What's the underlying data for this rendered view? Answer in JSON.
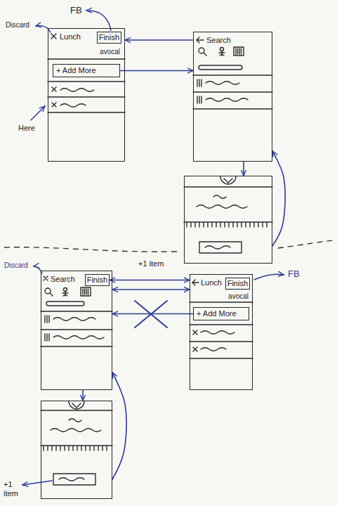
{
  "diagram": {
    "nodes": [
      {
        "text": [
          "Lunch",
          "avocal"
        ]
      },
      {
        "text": [
          "Finish"
        ],
        "in": 0
      },
      {
        "text": [
          "+ Add More"
        ],
        "in": 0
      },
      {
        "text": [
          "Search"
        ]
      },
      {
        "text": [
          "+1 item"
        ]
      },
      {
        "text": [
          "Search"
        ]
      },
      {
        "text": [
          "Finish"
        ],
        "in": 5
      },
      {
        "text": [
          "Lunch",
          "avocal"
        ]
      },
      {
        "text": [
          "Finish"
        ],
        "in": 7
      },
      {
        "text": [
          "+ Add More"
        ],
        "in": 7
      },
      {
        "text": [
          "+1 item"
        ]
      }
    ],
    "edges": [
      {
        "from": 3,
        "to": 0,
        "arrow": "to"
      },
      {
        "from": 2,
        "to": 3,
        "arrow": "to"
      },
      {
        "from": 3,
        "to": 4,
        "arrow": "to"
      },
      {
        "from": 4,
        "to": 3,
        "arrow": "to"
      },
      {
        "from": 6,
        "to": 7,
        "arrow": "both"
      },
      {
        "from": 7,
        "to": 5,
        "arrow": "both"
      },
      {
        "from": 9,
        "to": 5,
        "arrow": "to"
      },
      {
        "from": 5,
        "to": 10,
        "arrow": "to"
      },
      {
        "from": 10,
        "to": 5,
        "arrow": "to"
      }
    ],
    "labels": [
      "FB",
      "Discard",
      "Here",
      "Discard",
      "FB"
    ]
  }
}
